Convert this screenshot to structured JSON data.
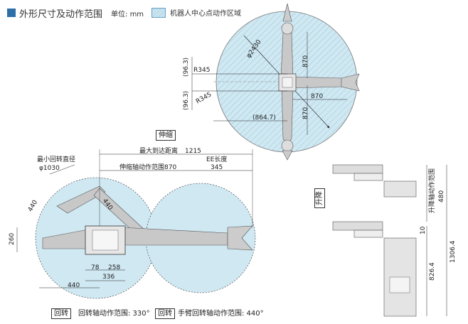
{
  "header": {
    "title": "外形尺寸及动作范围",
    "unit": "单位: mm"
  },
  "legend": {
    "text": "机器人中心点动作区域"
  },
  "top_view": {
    "diameter": "φ2430",
    "arm_len_a": "870",
    "arm_len_b": "870",
    "arm_len_c": "870",
    "r1": "R345",
    "r2": "R345",
    "off1": "(96.3)",
    "off2": "(96.3)",
    "reach": "(864.7)"
  },
  "side_view": {
    "tag_extend": "伸缩",
    "min_turn": "最小回转直径",
    "min_dia": "φ1030",
    "max_reach_label": "最大到达距离",
    "max_reach": "1215",
    "extend_range_label": "伸缩轴动作范围870",
    "ee_label": "EE长度",
    "ee_len": "345",
    "d440a": "440",
    "d440b": "440",
    "d440c": "440",
    "d260": "260",
    "d78": "78",
    "d258": "258",
    "d336": "336",
    "tag_rotate": "回转",
    "rotate_text": "回转轴动作范围: 330°",
    "tag_rotate2": "回转",
    "wrist_text": "手臂回转轴动作范围: 440°"
  },
  "lift_view": {
    "tag_lift": "升降",
    "lift_range": "升降轴动作范围",
    "d480": "480",
    "d10": "10",
    "d1306": "1306.4",
    "d826": "826.4"
  }
}
